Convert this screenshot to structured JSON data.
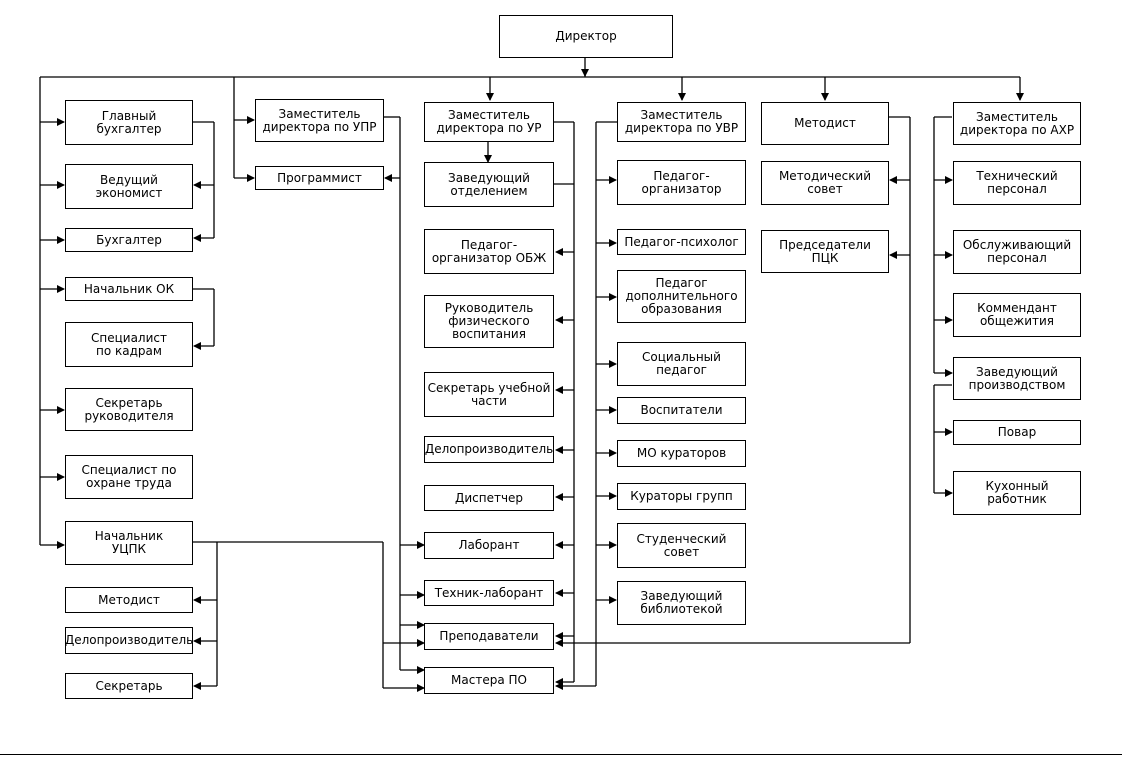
{
  "director": "Директор",
  "col1": {
    "chief_accountant": "Главный\nбухгалтер",
    "lead_economist": "Ведущий\nэкономист",
    "accountant": "Бухгалтер",
    "hr_head": "Начальник ОК",
    "hr_specialist": "Специалист\nпо кадрам",
    "secretary_head": "Секретарь\nруководителя",
    "safety_specialist": "Специалист по\nохране труда",
    "uctpk_head": "Начальник\nУЦПК",
    "uctpk_methodist": "Методист",
    "uctpk_clerk": "Делопроизводитель",
    "uctpk_secretary": "Секретарь"
  },
  "col2": {
    "deputy_upr": "Заместитель\nдиректора по УПР",
    "programmer": "Программист"
  },
  "col3": {
    "deputy_ur": "Заместитель\nдиректора по УР",
    "dept_head": "Заведующий\nотделением",
    "obzh_organizer": "Педагог-\nорганизатор ОБЖ",
    "pe_head": "Руководитель\nфизического\nвоспитания",
    "study_secretary": "Секретарь учебной\nчасти",
    "clerk": "Делопроизводитель",
    "dispatcher": "Диспетчер",
    "lab_assistant": "Лаборант",
    "lab_technician": "Техник-лаборант",
    "teachers": "Преподаватели",
    "masters": "Мастера ПО"
  },
  "col4": {
    "deputy_uvr": "Заместитель\nдиректора по УВР",
    "organizer": "Педагог-\nорганизатор",
    "psychologist": "Педагог-психолог",
    "extra_ed": "Педагог\nдополнительного\nобразования",
    "social_ped": "Социальный\nпедагог",
    "educators": "Воспитатели",
    "mo_curators": "МО кураторов",
    "group_curators": "Кураторы групп",
    "student_council": "Студенческий\nсовет",
    "librarian": "Заведующий\nбиблиотекой"
  },
  "col5": {
    "methodist": "Методист",
    "method_council": "Методический\nсовет",
    "pck_chairs": "Председатели\nПЦК"
  },
  "col6": {
    "deputy_ahr": "Заместитель\nдиректора по АХР",
    "tech_staff": "Технический\nперсонал",
    "service_staff": "Обслуживающий\nперсонал",
    "dorm_commandant": "Коммендант\nобщежития",
    "production_head": "Заведующий\nпроизводством",
    "cook": "Повар",
    "kitchen_worker": "Кухонный\nработник"
  }
}
